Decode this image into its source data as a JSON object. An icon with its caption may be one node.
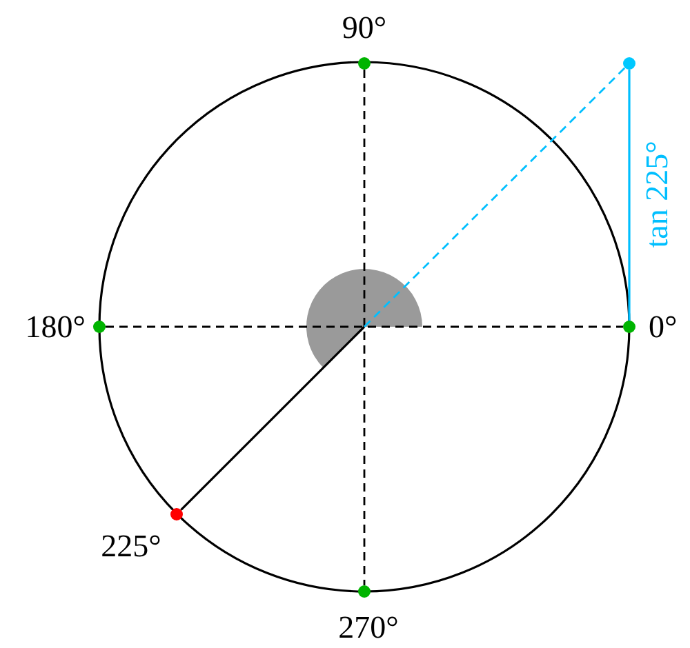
{
  "diagram": {
    "nodes": [
      {
        "text": [],
        "shape": "circle",
        "beside": [
          "0°"
        ]
      },
      {
        "text": [],
        "shape": "circle",
        "beside": [
          "90°"
        ]
      },
      {
        "text": [],
        "shape": "circle",
        "beside": [
          "180°"
        ]
      },
      {
        "text": [],
        "shape": "circle",
        "beside": [
          "270°"
        ]
      },
      {
        "text": [],
        "shape": "circle",
        "beside": [
          "225°"
        ]
      },
      {
        "text": [],
        "shape": "circle"
      }
    ],
    "edges": [
      {
        "from": 2,
        "to": 0,
        "arrow": "none",
        "style": "dashed"
      },
      {
        "from": 1,
        "to": 3,
        "arrow": "none",
        "style": "dashed"
      },
      {
        "from": null,
        "to": 4,
        "arrow": "none"
      },
      {
        "from": null,
        "to": 5,
        "arrow": "none",
        "style": "dashed",
        "color": "#00bfff"
      },
      {
        "from": 0,
        "to": 5,
        "arrow": "none",
        "color": "#00bfff",
        "label": "tan 225°"
      }
    ]
  }
}
